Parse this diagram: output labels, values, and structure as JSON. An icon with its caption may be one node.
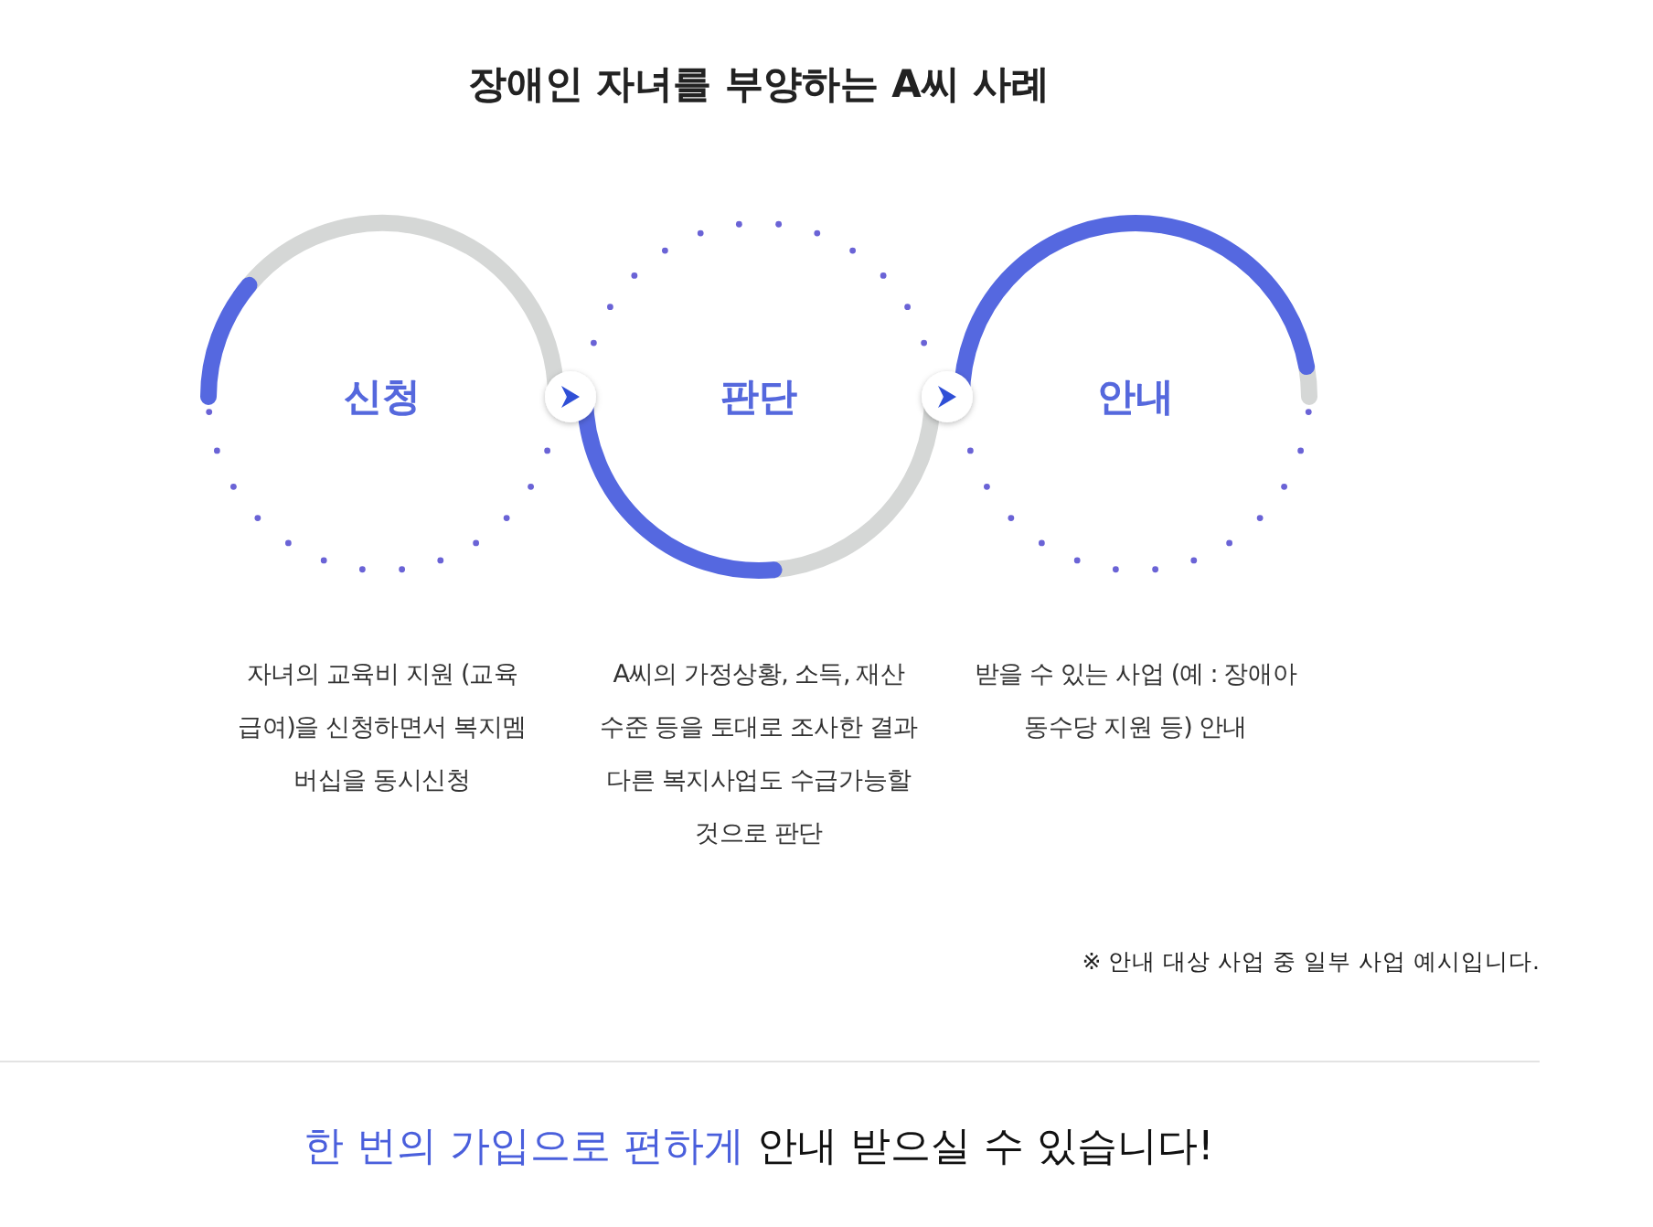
{
  "diagram": {
    "title": "장애인 자녀를 부양하는 A씨 사례",
    "nodes": [
      {
        "text": [
          "신청"
        ],
        "beside": [
          "자녀의 교육비 지원 (교육급여)을 신청하면서 복지멤버십을 동시신청"
        ]
      },
      {
        "text": [
          "판단"
        ],
        "beside": [
          "A씨의 가정상황, 소득, 재산 수준 등을 토대로 조사한 결과 다른 복지사업도 수급가능할 것으로 판단"
        ]
      },
      {
        "text": [
          "안내"
        ],
        "beside": [
          "받을 수 있는 사업 (예 : 장애아동수당 지원 등) 안내"
        ]
      }
    ],
    "edges": [
      {
        "from": 0,
        "to": 1,
        "arrow": "to"
      },
      {
        "from": 1,
        "to": 2,
        "arrow": "to"
      }
    ],
    "labels": [
      "※ 안내 대상 사업 중 일부 사업 예시입니다.",
      "한 번의 가입으로 편하게",
      "안내 받으실 수 있습니다!"
    ]
  }
}
